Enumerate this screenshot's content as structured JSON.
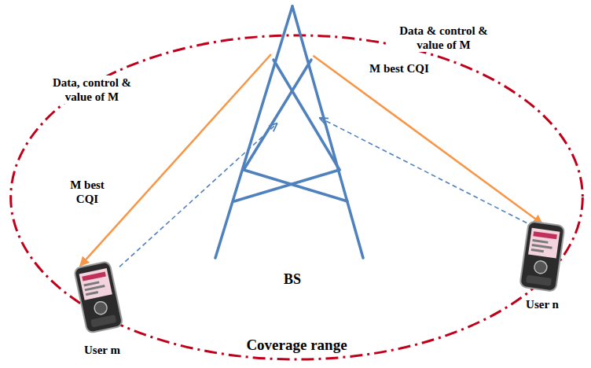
{
  "diagram": {
    "nodes": [
      {
        "text": [
          "Coverage range"
        ]
      },
      {
        "text": [
          "BS"
        ],
        "in": 0
      },
      {
        "text": [
          "User m"
        ],
        "in": 0
      },
      {
        "text": [
          "User n"
        ],
        "in": 0
      }
    ],
    "edges": [
      {
        "from": 1,
        "to": 2,
        "arrow": "to",
        "label": "Data, control & value of M"
      },
      {
        "from": 2,
        "to": 1,
        "arrow": "to",
        "label": "M best CQI"
      },
      {
        "from": 1,
        "to": 3,
        "arrow": "to",
        "label": "Data & control & value of M"
      },
      {
        "from": 3,
        "to": 1,
        "arrow": "to",
        "label": "M best CQI"
      }
    ]
  }
}
